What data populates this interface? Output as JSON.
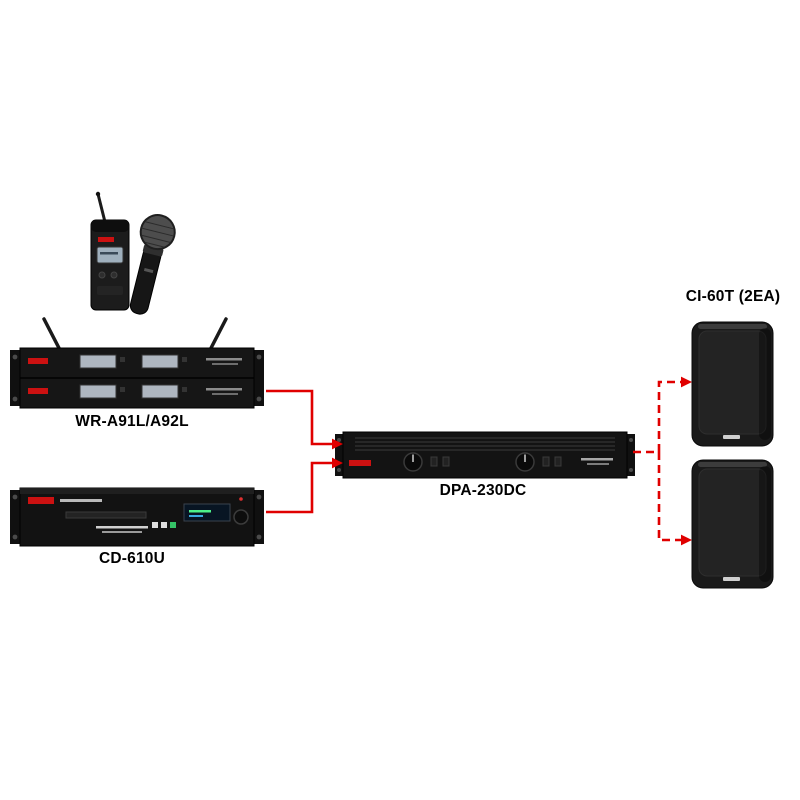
{
  "colors": {
    "arrow": "#e00000",
    "logo": "#cc1111",
    "label_text": "#000000",
    "device_body": "#161616"
  },
  "diagram": {
    "devices": {
      "mic_set": {
        "type": "wireless bodypack transmitter and handheld microphone"
      },
      "receiver": {
        "label": "WR-A91L/A92L"
      },
      "cd_player": {
        "label": "CD-610U"
      },
      "amplifier": {
        "label": "DPA-230DC"
      },
      "speakers": {
        "label": "CI-60T  (2EA)"
      }
    },
    "connections": [
      {
        "from": "WR-A91L/A92L",
        "to": "DPA-230DC",
        "style": "solid"
      },
      {
        "from": "CD-610U",
        "to": "DPA-230DC",
        "style": "solid"
      },
      {
        "from": "DPA-230DC",
        "to": "CI-60T top speaker",
        "style": "dashed"
      },
      {
        "from": "DPA-230DC",
        "to": "CI-60T bottom speaker",
        "style": "dashed"
      }
    ]
  }
}
